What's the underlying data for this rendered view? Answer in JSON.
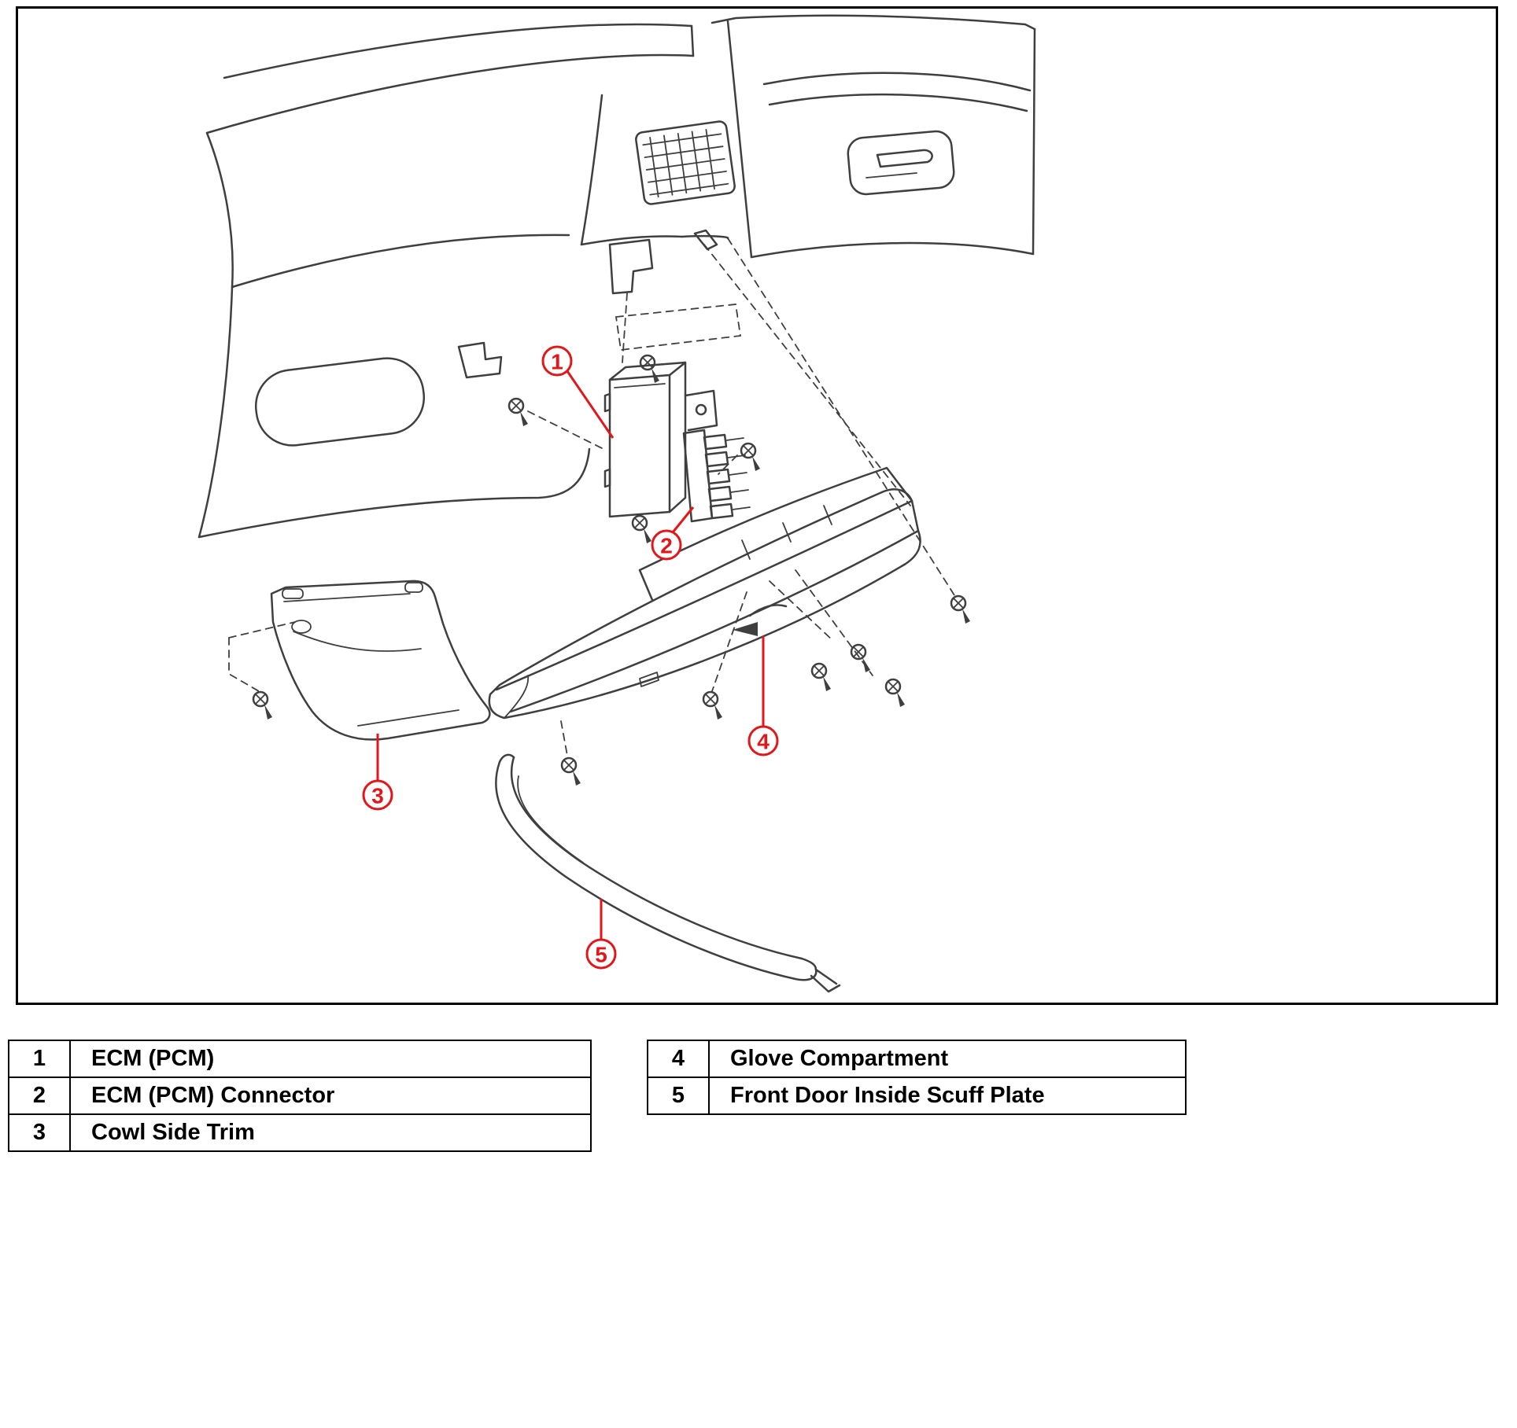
{
  "colors": {
    "callout_red": "#e0181c",
    "line_color": "#3f3f3f"
  },
  "diagram": {
    "callouts": [
      {
        "num": "1"
      },
      {
        "num": "2"
      },
      {
        "num": "3"
      },
      {
        "num": "4"
      },
      {
        "num": "5"
      }
    ]
  },
  "legend": {
    "left": [
      {
        "num": "1",
        "label": "ECM (PCM)"
      },
      {
        "num": "2",
        "label": "ECM (PCM) Connector"
      },
      {
        "num": "3",
        "label": "Cowl Side Trim"
      }
    ],
    "right": [
      {
        "num": "4",
        "label": "Glove Compartment"
      },
      {
        "num": "5",
        "label": "Front Door Inside Scuff Plate"
      }
    ]
  }
}
